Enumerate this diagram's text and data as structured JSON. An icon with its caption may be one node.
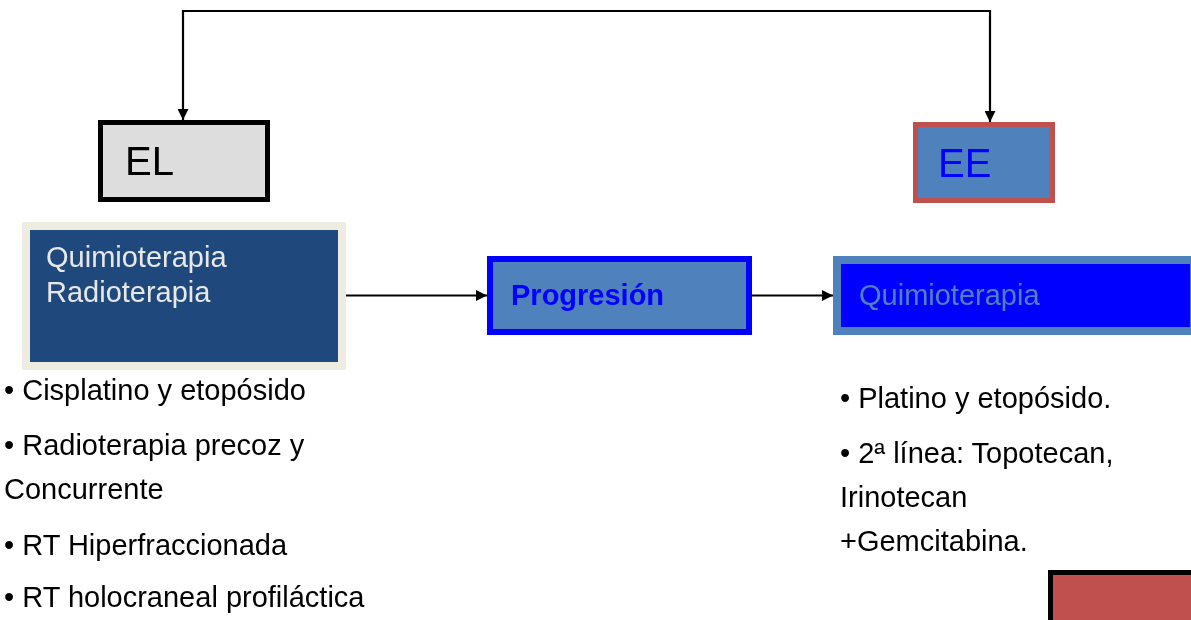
{
  "diagram": {
    "nodes": [
      {
        "text": [
          "EL"
        ]
      },
      {
        "text": [
          "EE"
        ]
      },
      {
        "text": [
          "Quimioterapia Radioterapia"
        ]
      },
      {
        "text": [
          "Progresión"
        ]
      },
      {
        "text": [
          "Quimioterapia"
        ]
      },
      {
        "text": [],
        "shape": "box"
      }
    ],
    "edges": [
      {
        "from": 0,
        "to": 1,
        "arrow": "both"
      },
      {
        "from": 2,
        "to": 3,
        "arrow": "to"
      },
      {
        "from": 3,
        "to": 4,
        "arrow": "to"
      }
    ],
    "labels": [
      "• Cisplatino y etopósido",
      "• Radioterapia precoz y Concurrente",
      "• RT Hiperfraccionada",
      "• RT holocraneal profiláctica",
      "• Platino y etopósido.",
      "• 2ª línea: Topotecan, Irinotecan +Gemcitabina."
    ]
  }
}
